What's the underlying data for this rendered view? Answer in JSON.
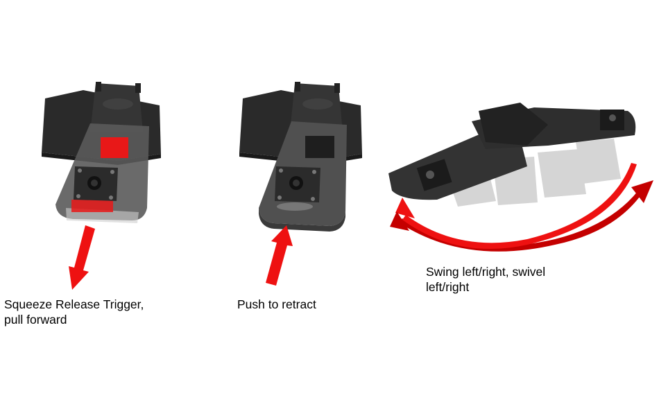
{
  "steps": [
    {
      "id": "release",
      "caption_line1": "Squeeze Release Trigger,",
      "caption_line2": "pull forward",
      "arrow_direction": "down-left",
      "icon": "arrow-down-left-icon"
    },
    {
      "id": "retract",
      "caption_line1": "Push to retract",
      "arrow_direction": "up",
      "icon": "arrow-up-icon"
    },
    {
      "id": "swing",
      "caption_line1": "Swing left/right, swivel",
      "caption_line2": "left/right",
      "arrow_direction": "curved-bidirectional",
      "icon": "curved-swing-arrow-icon"
    }
  ],
  "colors": {
    "arrow_red": "#ee1111",
    "arrow_dark_red": "#c40000",
    "device_dark": "#2e2e2e",
    "device_mid": "#4a4a4a",
    "highlight_red": "#e81818",
    "background": "#ffffff"
  }
}
